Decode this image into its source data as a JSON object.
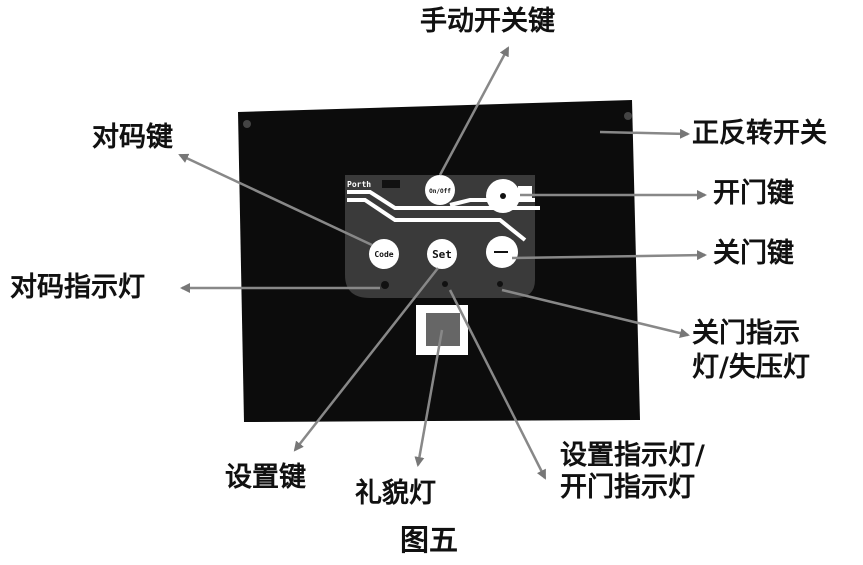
{
  "labels": {
    "manual_switch": "手动开关键",
    "code_key": "对码键",
    "direction_switch": "正反转开关",
    "open_key": "开门键",
    "close_key": "关门键",
    "code_indicator": "对码指示灯",
    "close_indicator_line1": "关门指示",
    "close_indicator_line2": "灯/失压灯",
    "set_key": "设置键",
    "courtesy_light": "礼貌灯",
    "set_indicator_line1": "设置指示灯/",
    "set_indicator_line2": "开门指示灯"
  },
  "panel": {
    "brand": "Porth",
    "on_off": "On/Off",
    "code": "Code",
    "set": "Set"
  },
  "caption": "图五"
}
